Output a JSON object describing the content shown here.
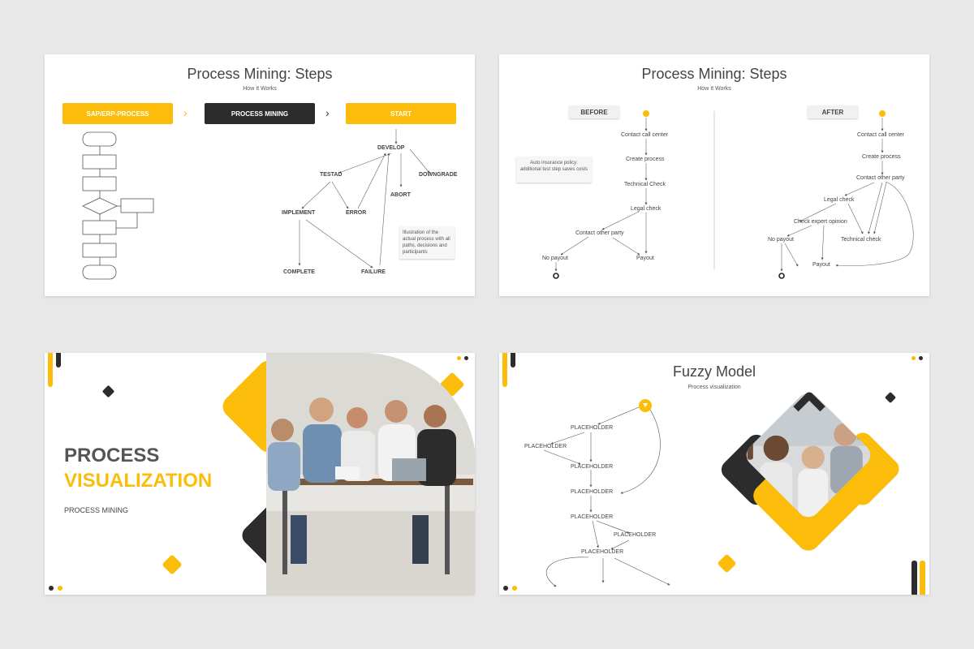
{
  "slide1": {
    "title": "Process Mining: Steps",
    "subtitle": "How It Works",
    "steps": [
      "SAP/ERP-PROCESS",
      "PROCESS MINING",
      "START"
    ],
    "nodes": [
      "DEVELOP",
      "TESTAD",
      "DOWNGRADE",
      "ABORT",
      "IMPLEMENT",
      "ERROR",
      "COMPLETE",
      "FAILURE"
    ],
    "note": "Illustration of the actual process with all paths, decisions and participants"
  },
  "slide2": {
    "title": "Process Mining: Steps",
    "subtitle": "How It Works",
    "before_label": "BEFORE",
    "after_label": "AFTER",
    "note": "Auto insurance policy: additional test step saves costs",
    "before_nodes": [
      "Contact call center",
      "Create process",
      "Technical Check",
      "Legal check",
      "Contact other party",
      "No payout",
      "Payout"
    ],
    "after_nodes": [
      "Contact call center",
      "Create process",
      "Contact other party",
      "Legal check",
      "Check expert opinion",
      "No payout",
      "Technical check",
      "Payout"
    ]
  },
  "slide3": {
    "heading_line1": "PROCESS",
    "heading_line2": "VISUALIZATION",
    "tagline": "PROCESS MINING"
  },
  "slide4": {
    "title": "Fuzzy Model",
    "subtitle": "Process visualization",
    "placeholders": [
      "PLACEHOLDER",
      "PLACEHOLDER",
      "PLACEHOLDER",
      "PLACEHOLDER",
      "PLACEHOLDER",
      "PLACEHOLDER",
      "PLACEHOLDER"
    ]
  },
  "colors": {
    "accent": "#fbbd0a",
    "dark": "#2c2c2c",
    "background": "#e9e8e9"
  }
}
